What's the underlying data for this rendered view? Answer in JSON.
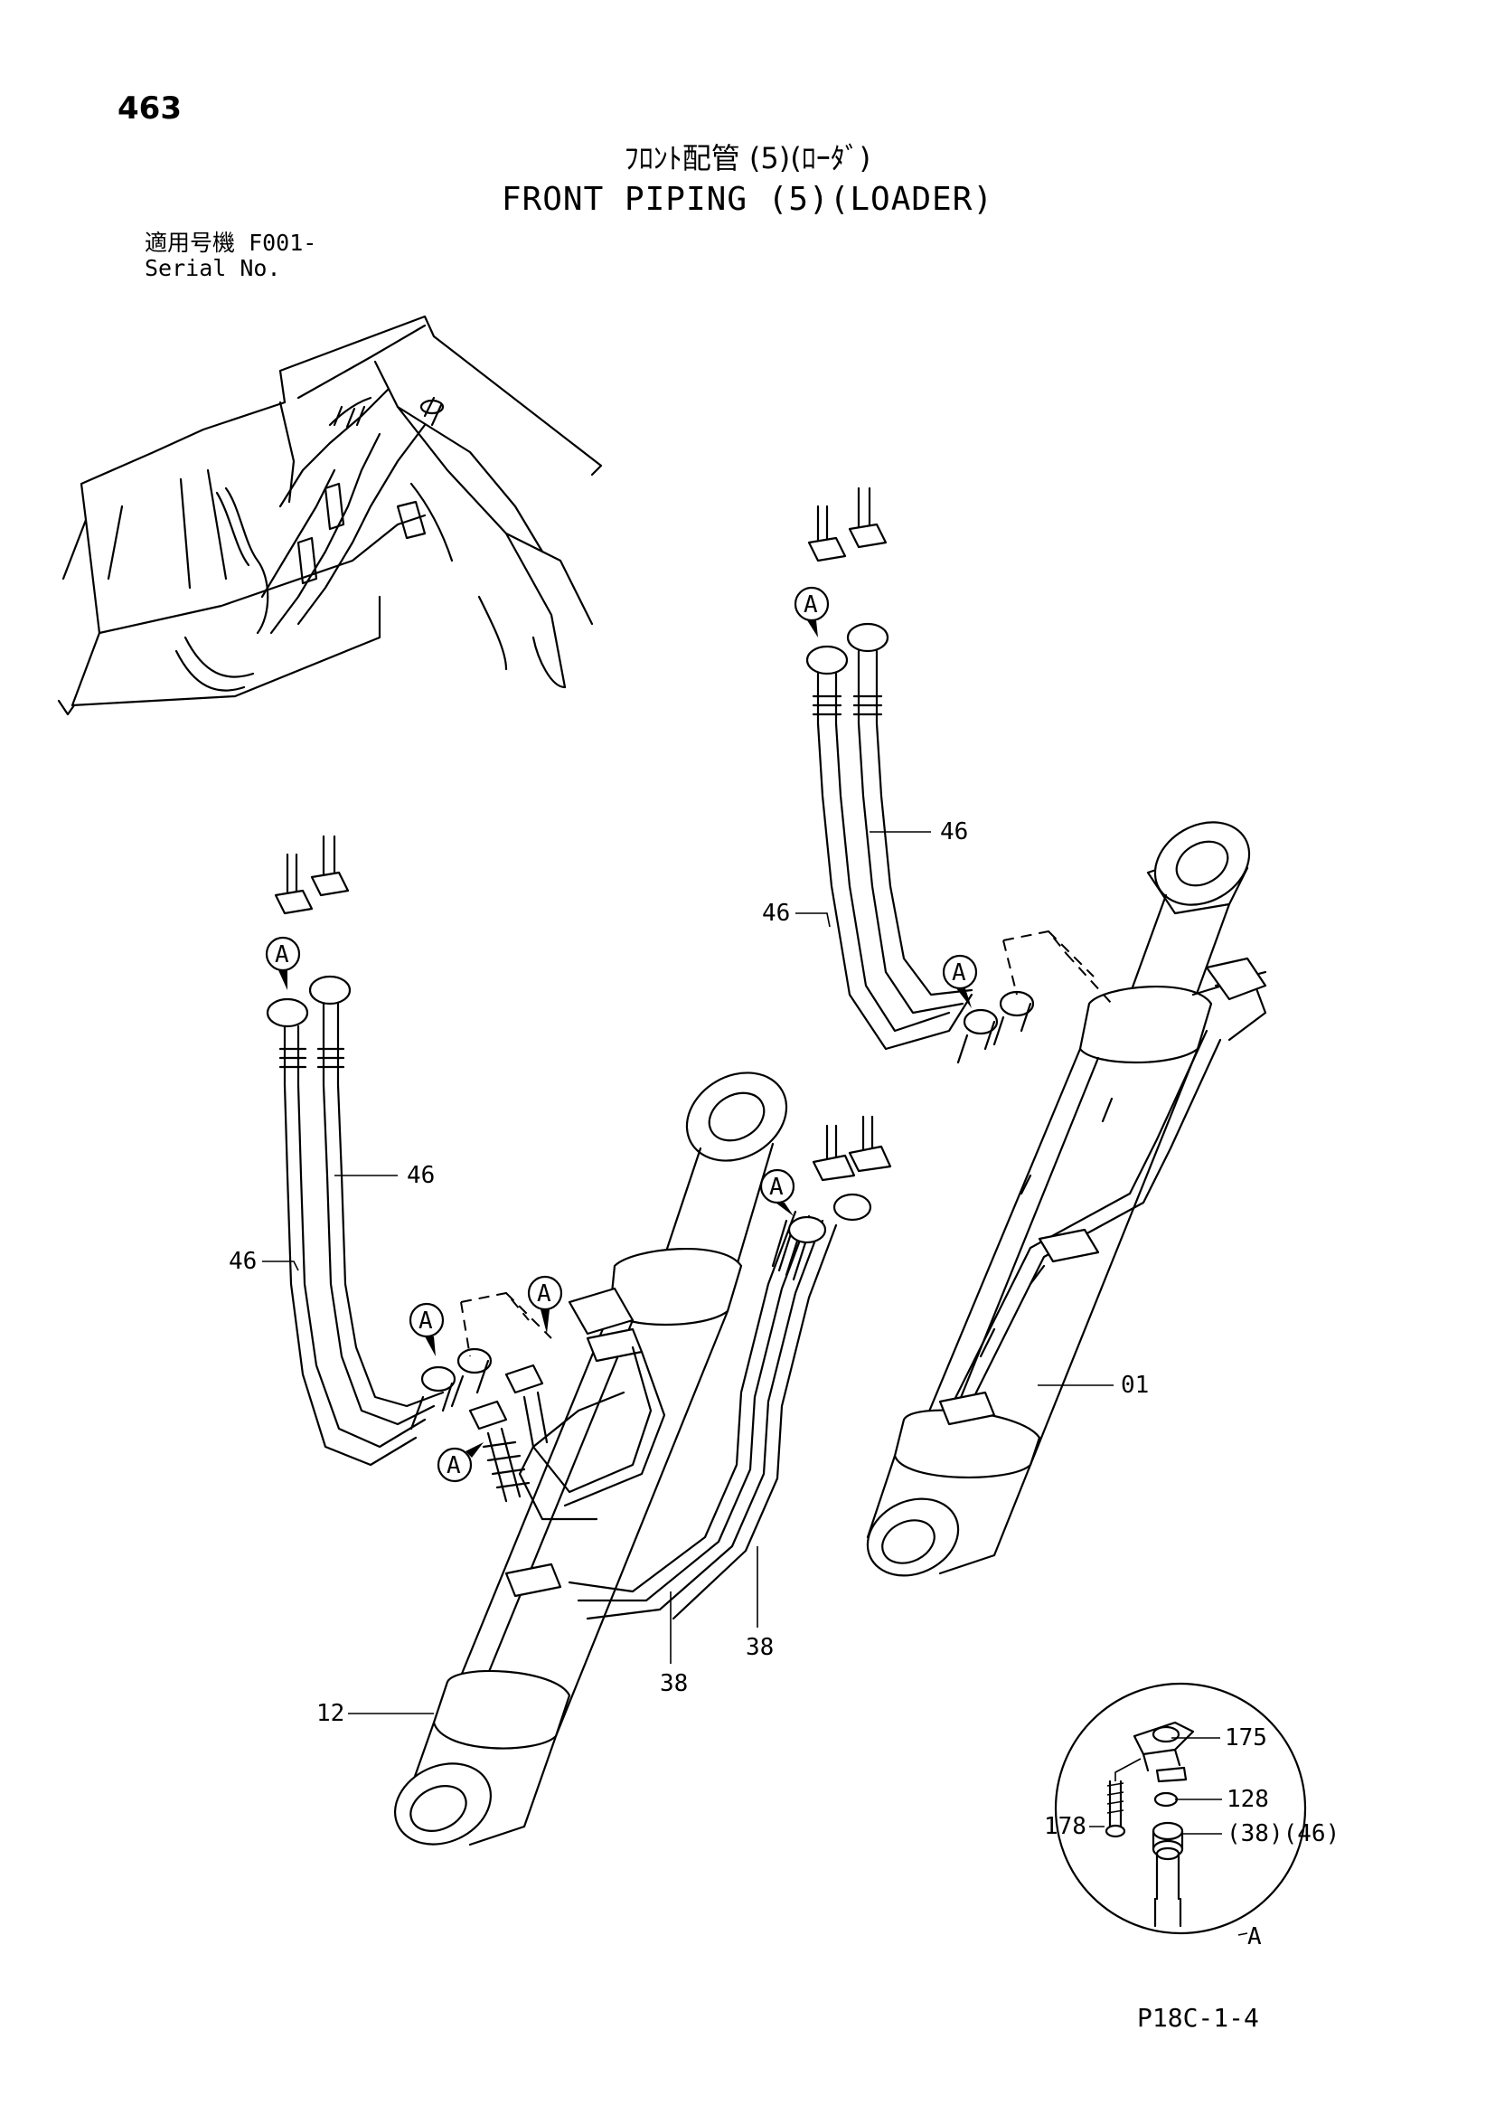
{
  "page_number": "463",
  "title_jp": "ﾌﾛﾝﾄ配管 (5)(ﾛｰﾀﾞ)",
  "title_en": "FRONT PIPING (5)(LOADER)",
  "serial": {
    "label_jp": "適用号機",
    "value": "F001-",
    "label_en": "Serial No."
  },
  "callouts": {
    "hose_upper_a": "46",
    "hose_upper_b": "46",
    "hose_lower_a": "46",
    "hose_lower_b": "46",
    "cylinder_right": "01",
    "pipe_a": "38",
    "pipe_b": "38",
    "cylinder_left": "12",
    "detail_clamp": "175",
    "detail_oring": "128",
    "detail_bolt": "178",
    "detail_flange": "(38)(46)",
    "detail_ref": "A"
  },
  "markers": {
    "ref": "A"
  },
  "footer_code": "P18C-1-4"
}
